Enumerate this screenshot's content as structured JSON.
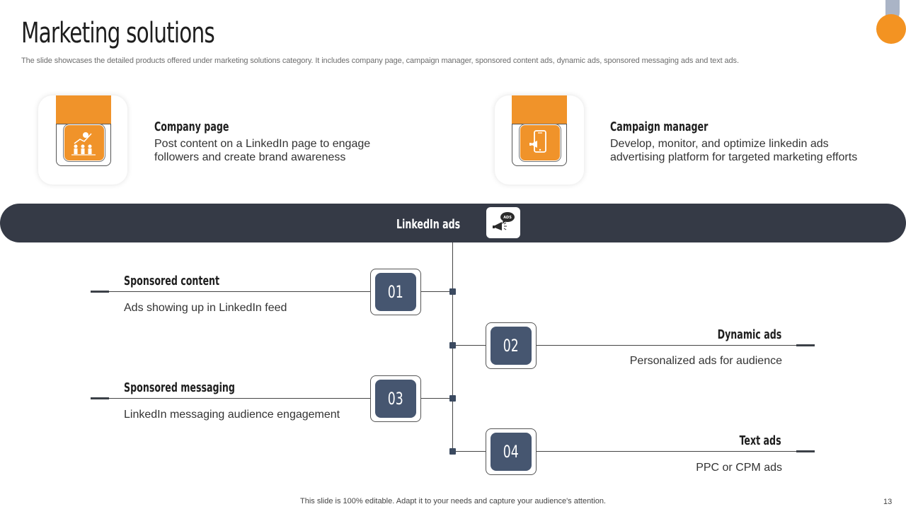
{
  "slide": {
    "title": "Marketing solutions",
    "subtitle": "The slide showcases the detailed products offered under marketing solutions category. It includes company page, campaign manager, sponsored content ads, dynamic ads, sponsored messaging ads and text ads.",
    "footer_note": "This slide is 100% editable. Adapt it to your needs and capture your audience's attention.",
    "page_number": "13"
  },
  "top_cards": [
    {
      "heading": "Company page",
      "line1": "Post content on a LinkedIn page to engage",
      "line2": "followers and create brand awareness",
      "icon": "growth-people-icon"
    },
    {
      "heading": "Campaign manager",
      "line1": "Develop, monitor, and optimize linkedin ads",
      "line2": "advertising platform for targeted marketing efforts",
      "icon": "mobile-ads-icon"
    }
  ],
  "banner": {
    "label": "LinkedIn ads",
    "icon": "ads-megaphone-icon"
  },
  "items": [
    {
      "number": "01",
      "heading": "Sponsored content",
      "desc": "Ads showing up in LinkedIn feed"
    },
    {
      "number": "02",
      "heading": "Dynamic ads",
      "desc": "Personalized ads for audience"
    },
    {
      "number": "03",
      "heading": "Sponsored messaging",
      "desc": "LinkedIn messaging audience engagement"
    },
    {
      "number": "04",
      "heading": "Text ads",
      "desc": "PPC or CPM ads"
    }
  ],
  "colors": {
    "accent": "#f39322",
    "navy": "#353a46",
    "badge": "#465670"
  }
}
